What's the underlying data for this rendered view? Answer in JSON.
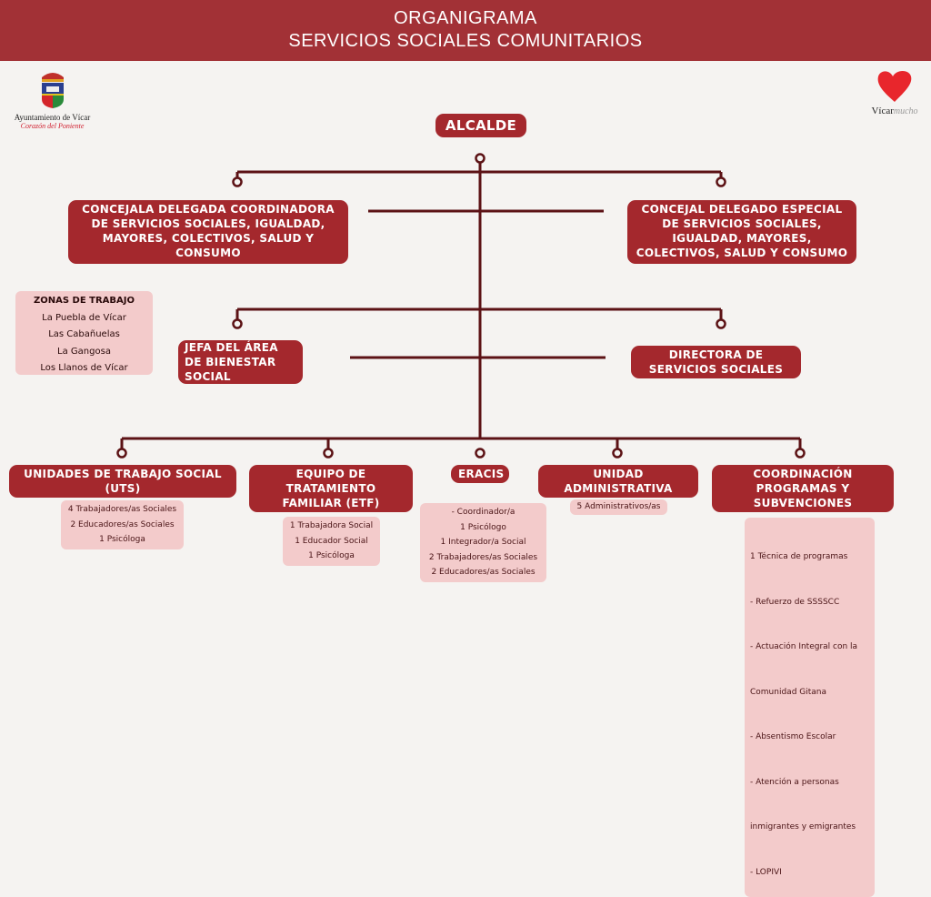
{
  "header": {
    "line1": "ORGANIGRAMA",
    "line2": "SERVICIOS SOCIALES COMUNITARIOS"
  },
  "logos": {
    "left_name": "Ayuntamiento de Vícar",
    "left_slogan": "Corazón del Poniente",
    "right_text": "Vícar",
    "right_sub": "mucho"
  },
  "nodes": {
    "alcalde": "ALCALDE",
    "concejala": "CONCEJALA DELEGADA COORDINADORA DE SERVICIOS SOCIALES, IGUALDAD, MAYORES, COLECTIVOS, SALUD Y CONSUMO",
    "concejal": "CONCEJAL DELEGADO ESPECIAL DE SERVICIOS SOCIALES, IGUALDAD, MAYORES, COLECTIVOS, SALUD Y CONSUMO",
    "jefa": "JEFA DEL ÁREA DE BIENESTAR SOCIAL",
    "directora": "DIRECTORA DE SERVICIOS SOCIALES",
    "uts": "UNIDADES DE TRABAJO SOCIAL (UTS)",
    "etf": "EQUIPO DE TRATAMIENTO FAMILIAR (ETF)",
    "eracis": "ERACIS",
    "admin": "UNIDAD ADMINISTRATIVA",
    "coord": "COORDINACIÓN PROGRAMAS Y SUBVENCIONES"
  },
  "zonas": {
    "title": "ZONAS DE TRABAJO",
    "items": [
      "La Puebla de Vícar",
      "Las Cabañuelas",
      "La Gangosa",
      "Los Llanos de Vícar"
    ]
  },
  "details": {
    "uts": [
      "4 Trabajadores/as Sociales",
      "2 Educadores/as Sociales",
      "1 Psicóloga"
    ],
    "etf": [
      "1 Trabajadora Social",
      "1 Educador Social",
      "1 Psicóloga"
    ],
    "eracis": [
      "- Coordinador/a",
      "1 Psicólogo",
      "1 Integrador/a Social",
      "2 Trabajadores/as Sociales",
      "2 Educadores/as Sociales"
    ],
    "admin": [
      "5 Administrativos/as"
    ],
    "coord": [
      "1 Técnica de programas",
      "  - Refuerzo de SSSSCC",
      "  - Actuación Integral con la",
      "    Comunidad Gitana",
      "  - Absentismo Escolar",
      "  - Atención a personas",
      "     inmigrantes y emigrantes",
      "  - LOPIVI"
    ]
  },
  "colors": {
    "header": "#a23136",
    "box": "#a4282d",
    "line": "#5c1215",
    "pink": "#f3cbcb"
  }
}
